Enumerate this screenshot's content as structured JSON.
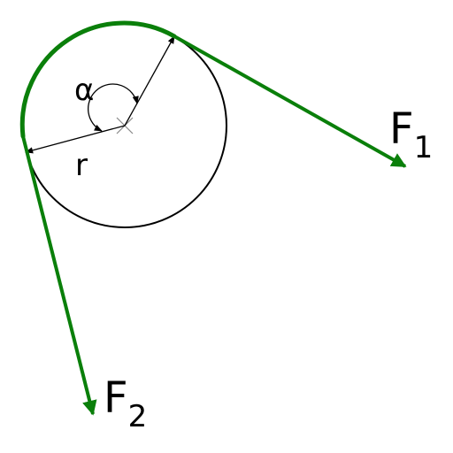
{
  "labels": {
    "force1": "F",
    "force1_sub": "1",
    "force2": "F",
    "force2_sub": "2",
    "angle": "α",
    "radius": "r"
  },
  "colors": {
    "rope": "#0a7f0a",
    "outline": "#000000",
    "center_mark": "#888888",
    "background": "#ffffff"
  }
}
